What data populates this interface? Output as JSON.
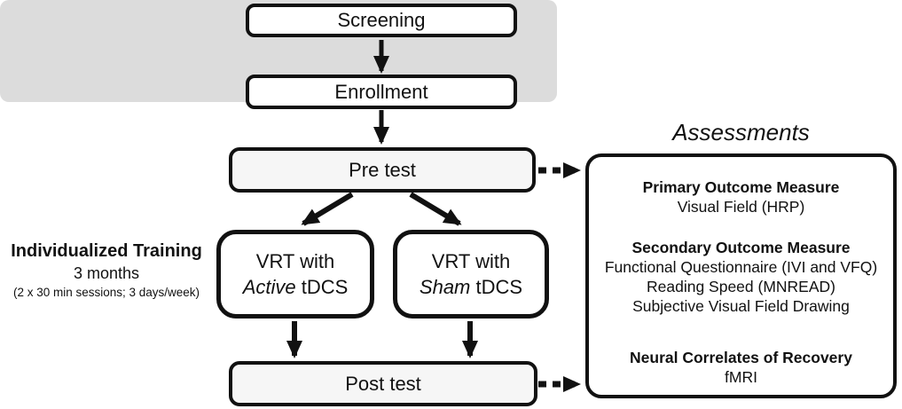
{
  "flowchart": {
    "nodes": {
      "screening": {
        "label": "Screening"
      },
      "enrollment": {
        "label": "Enrollment"
      },
      "pretest": {
        "label": "Pre test"
      },
      "vrt_active": {
        "line1": "VRT with",
        "emphasis": "Active",
        "line2_rest": " tDCS"
      },
      "vrt_sham": {
        "line1": "VRT with",
        "emphasis": "Sham",
        "line2_rest": " tDCS"
      },
      "posttest": {
        "label": "Post test"
      }
    },
    "training_note": {
      "title": "Individualized Training",
      "duration": "3 months",
      "detail": "(2 x 30 min sessions; 3 days/week)"
    },
    "assessments": {
      "title": "Assessments",
      "sections": [
        {
          "heading": "Primary Outcome Measure",
          "items": [
            "Visual Field (HRP)"
          ]
        },
        {
          "heading": "Secondary Outcome Measure",
          "items": [
            "Functional Questionnaire (IVI and VFQ)",
            "Reading Speed (MNREAD)",
            "Subjective Visual Field Drawing"
          ]
        },
        {
          "heading": "Neural Correlates of Recovery",
          "items": [
            "fMRI"
          ]
        }
      ]
    },
    "colors": {
      "line": "#111111",
      "box_fill": "#ffffff",
      "test_box_fill": "#f6f6f6",
      "training_band_fill": "#dcdcdc",
      "background": "#ffffff"
    }
  }
}
